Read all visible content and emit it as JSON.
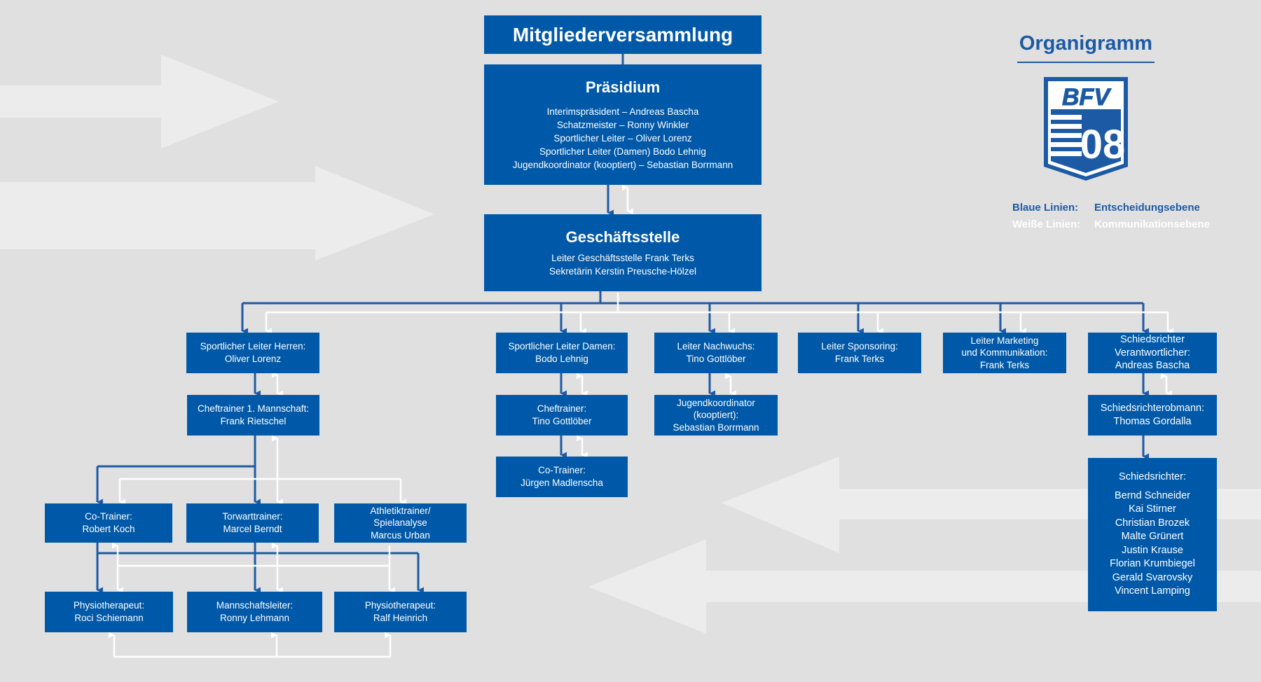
{
  "title": "Mitgliederversammlung",
  "organigramm_title": "Organigramm",
  "logo": {
    "text_top": "BFV",
    "text_number": "08",
    "color": "#1d5aa5"
  },
  "legend": [
    {
      "label": "Blaue Linien:",
      "value": "Entscheidungsebene",
      "color": "#1d5aa5"
    },
    {
      "label": "Weiße Linien:",
      "value": "Kommunikationsebene",
      "color": "#ffffff"
    }
  ],
  "colors": {
    "box": "#0059a8",
    "background": "#e0e0e0",
    "decision_line": "#1d5aa5",
    "communication_line": "#ffffff"
  },
  "praesidium": {
    "title": "Präsidium",
    "lines": [
      "Interimspräsident – Andreas Bascha",
      "Schatzmeister – Ronny Winkler",
      "Sportlicher Leiter – Oliver Lorenz",
      "Sportlicher Leiter (Damen) Bodo Lehnig",
      "Jugendkoordinator (kooptiert) – Sebastian Borrmann"
    ]
  },
  "geschaeftsstelle": {
    "title": "Geschäftsstelle",
    "lines": [
      "Leiter Geschäftsstelle Frank Terks",
      "Sekretärin Kerstin Preusche-Hölzel"
    ]
  },
  "boxes": {
    "sl_herren": [
      "Sportlicher Leiter Herren:",
      "Oliver Lorenz"
    ],
    "cheftrainer1": [
      "Cheftrainer 1. Mannschaft:",
      "Frank Rietschel"
    ],
    "cotrainer_koch": [
      "Co-Trainer:",
      "Robert Koch"
    ],
    "torwarttrainer": [
      "Torwarttrainer:",
      "Marcel Berndt"
    ],
    "athletik": [
      "Athletiktrainer/",
      "Spielanalyse",
      "Marcus Urban"
    ],
    "physio_schiemann": [
      "Physiotherapeut:",
      "Roci Schiemann"
    ],
    "mannschaftsleiter": [
      "Mannschaftsleiter:",
      "Ronny Lehmann"
    ],
    "physio_heinrich": [
      "Physiotherapeut:",
      "Ralf Heinrich"
    ],
    "sl_damen": [
      "Sportlicher Leiter Damen:",
      "Bodo Lehnig"
    ],
    "cheftrainer_damen": [
      "Cheftrainer:",
      "Tino Gottlöber"
    ],
    "cotrainer_damen": [
      "Co-Trainer:",
      "Jürgen Madlenscha"
    ],
    "nachwuchs": [
      "Leiter Nachwuchs:",
      "Tino Gottlöber"
    ],
    "jugendkoordinator": [
      "Jugendkoordinator",
      "(kooptiert):",
      "Sebastian Borrmann"
    ],
    "sponsoring": [
      "Leiter Sponsoring:",
      "Frank Terks"
    ],
    "marketing": [
      "Leiter Marketing",
      "und Kommunikation:",
      "Frank Terks"
    ],
    "schiri_verantwortlich": [
      "Schiedsrichter",
      "Verantwortlicher:",
      "Andreas Bascha"
    ],
    "schiri_obmann": [
      "Schiedsrichterobmann:",
      "Thomas Gordalla"
    ]
  },
  "schiedsrichter": {
    "title": "Schiedsrichter:",
    "names": [
      "Bernd Schneider",
      "Kai Stirner",
      "Christian Brozek",
      "Malte Grünert",
      "Justin Krause",
      "Florian Krumbiegel",
      "Gerald Svarovsky",
      "Vincent Lamping"
    ]
  }
}
